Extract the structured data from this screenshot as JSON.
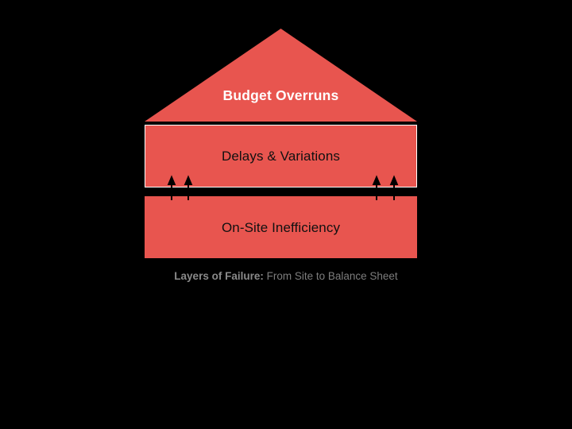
{
  "diagram": {
    "title_caption": {
      "bold_part": "Layers of Failure:",
      "rest_part": " From Site to Balance Sheet"
    },
    "colors": {
      "background": "#000000",
      "shape_fill": "#e8554f",
      "roof_text": "#ffffff",
      "band_text": "#111111",
      "caption_text": "#7d7d7d",
      "outline": "#ffffff",
      "arrow": "#000000"
    },
    "layers": [
      {
        "id": "roof",
        "shape": "triangle",
        "label": "Budget Overruns",
        "text_color": "#ffffff",
        "bold": true
      },
      {
        "id": "middle-band",
        "shape": "rectangle",
        "label": "Delays & Variations",
        "text_color": "#111111",
        "bold": false
      },
      {
        "id": "bottom-band",
        "shape": "rectangle",
        "label": "On-Site Inefficiency",
        "text_color": "#111111",
        "bold": false
      }
    ],
    "arrows": {
      "direction": "up",
      "count": 4,
      "x_positions": [
        216,
        237,
        474,
        496
      ]
    }
  }
}
